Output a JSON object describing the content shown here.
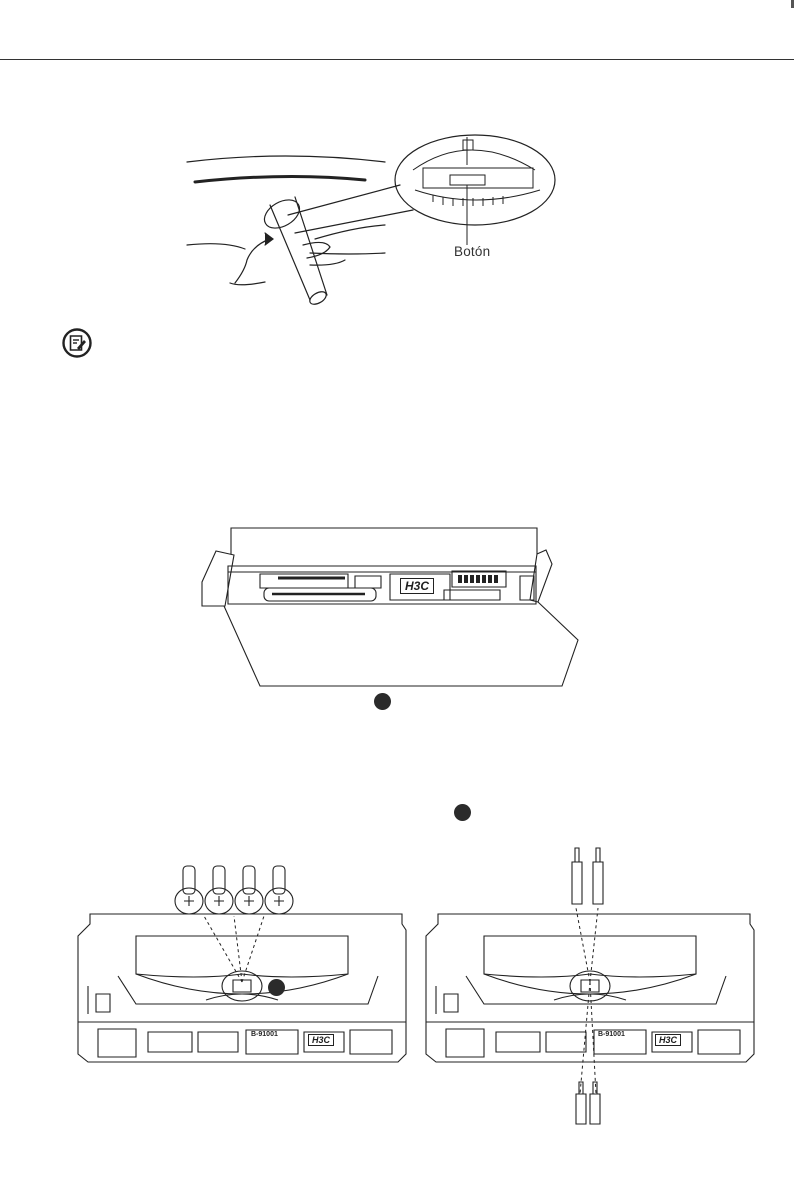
{
  "figure1": {
    "callout_label": "Botón"
  },
  "note_icon": "note-icon",
  "figure2": {
    "brand_logo": "H3C"
  },
  "figure3": {
    "brand_logo": "H3C",
    "port_label": "B-91001"
  },
  "colors": {
    "line": "#222222",
    "marker": "#2b2b2b"
  }
}
